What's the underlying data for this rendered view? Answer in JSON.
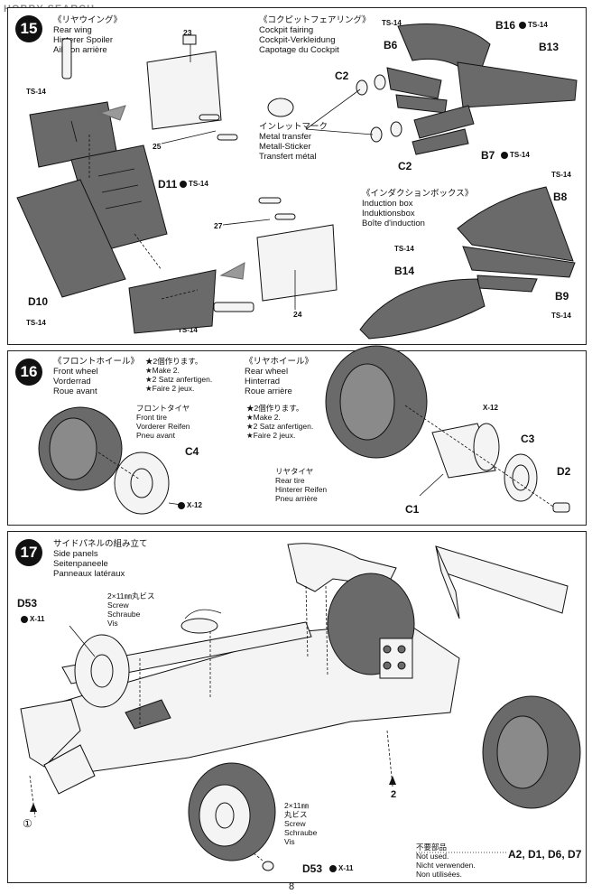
{
  "watermark": "HOBBY SEARCH",
  "page_number": "8",
  "step15": {
    "number": "15",
    "rear_wing": {
      "jp": "《リヤウイング》",
      "en": "Rear wing",
      "de": "Hinterer Spoiler",
      "fr": "Aileron arrière"
    },
    "cockpit": {
      "jp": "《コクピットフェアリング》",
      "en": "Cockpit fairing",
      "de": "Cockpit-Verkleidung",
      "fr": "Capotage du Cockpit"
    },
    "inlet": {
      "jp": "インレットマーク",
      "en": "Metal transfer",
      "de": "Metall-Sticker",
      "fr": "Transfert métal"
    },
    "induction": {
      "jp": "《インダクションボックス》",
      "en": "Induction box",
      "de": "Induktionsbox",
      "fr": "Boîte d'induction"
    },
    "paint": "TS-14",
    "parts": {
      "d11": "D11",
      "d10": "D10",
      "b16": "B16",
      "b6": "B6",
      "b13": "B13",
      "c2": "C2",
      "b7": "B7",
      "b8": "B8",
      "b14": "B14",
      "b9": "B9"
    },
    "decals": {
      "d23": "23",
      "d25": "25",
      "d27": "27",
      "d24": "24"
    }
  },
  "step16": {
    "number": "16",
    "front_wheel": {
      "jp": "《フロントホイール》",
      "en": "Front wheel",
      "de": "Vorderrad",
      "fr": "Roue avant"
    },
    "make_two": {
      "jp": "★2個作ります。",
      "en": "★Make 2.",
      "de": "★2 Satz anfertigen.",
      "fr": "★Faire 2 jeux."
    },
    "front_tire": {
      "jp": "フロントタイヤ",
      "en": "Front tire",
      "de": "Vorderer Reifen",
      "fr": "Pneu avant"
    },
    "rear_wheel": {
      "jp": "《リヤホイール》",
      "en": "Rear wheel",
      "de": "Hinterrad",
      "fr": "Roue arrière"
    },
    "rear_tire": {
      "jp": "リヤタイヤ",
      "en": "Rear tire",
      "de": "Hinterer Reifen",
      "fr": "Pneu arrière"
    },
    "paint": "X-12",
    "parts": {
      "c4": "C4",
      "c3": "C3",
      "c1": "C1",
      "d2": "D2"
    }
  },
  "step17": {
    "number": "17",
    "title": {
      "jp": "サイドパネルの組み立て",
      "en": "Side panels",
      "de": "Seitenpaneele",
      "fr": "Panneaux latéraux"
    },
    "screw": {
      "jp1": "2×11㎜丸ビス",
      "jp2": "2×11㎜",
      "jp3": "丸ビス",
      "en": "Screw",
      "de": "Schraube",
      "fr": "Vis"
    },
    "paint": "X-11",
    "part_d53": "D53",
    "callouts": {
      "c1": "①",
      "c2": "2"
    },
    "not_used": {
      "jp": "不要部品",
      "en": "Not used.",
      "de": "Nicht verwenden.",
      "fr": "Non utilisées.",
      "parts": "A2, D1, D6, D7"
    }
  }
}
